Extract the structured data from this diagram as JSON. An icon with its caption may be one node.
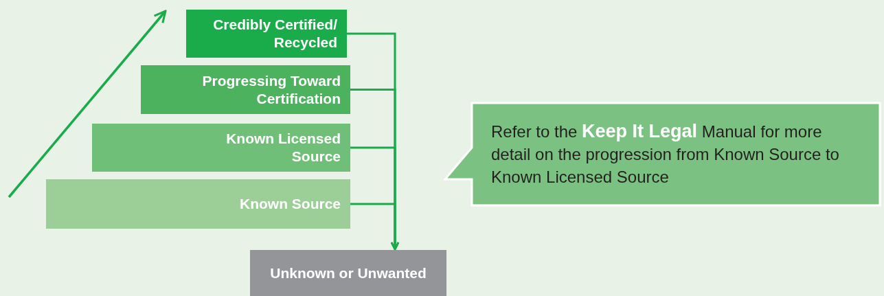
{
  "diagram": {
    "nodes": [
      {
        "text": [
          "Credibly Certified/ Recycled"
        ]
      },
      {
        "text": [
          "Progressing Toward Certification"
        ]
      },
      {
        "text": [
          "Known Licensed Source"
        ]
      },
      {
        "text": [
          "Known Source"
        ]
      },
      {
        "text": [
          "Unknown or Unwanted"
        ]
      },
      {
        "text": [
          "Refer to the **Keep It Legal** Manual for more detail on the progression from Known Source to Known Licensed Source"
        ]
      }
    ],
    "edges": [
      {
        "from": 0,
        "to": 4,
        "arrow": "to"
      },
      {
        "from": 1,
        "to": 4,
        "arrow": "to"
      },
      {
        "from": 2,
        "to": 4,
        "arrow": "to"
      },
      {
        "from": 3,
        "to": 4,
        "arrow": "to"
      }
    ]
  }
}
